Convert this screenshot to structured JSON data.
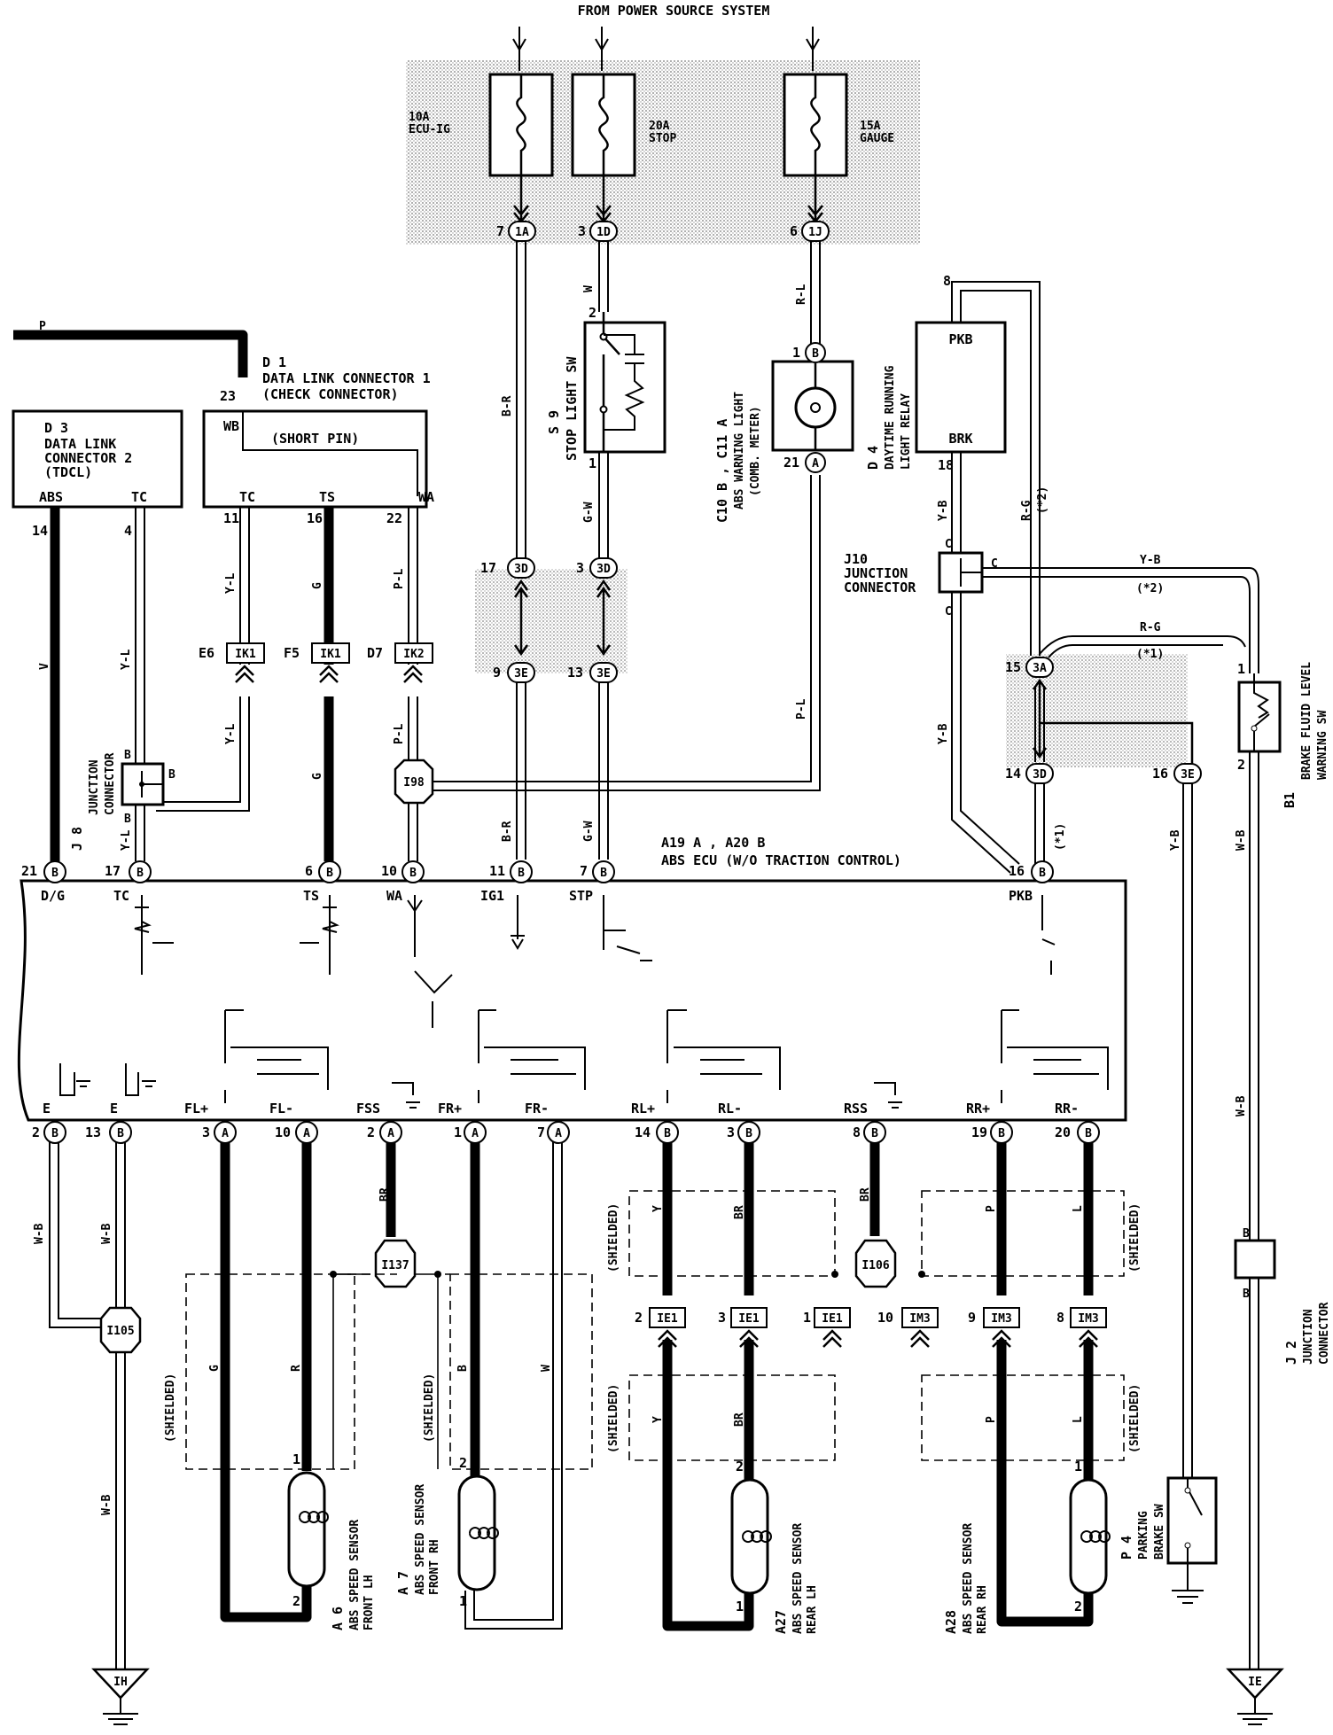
{
  "header": {
    "title": "FROM POWER SOURCE SYSTEM"
  },
  "fuses": [
    {
      "rating": "10A",
      "name": "ECU-IG"
    },
    {
      "rating": "20A",
      "name": "STOP"
    },
    {
      "rating": "15A",
      "name": "GAUGE"
    }
  ],
  "fuse_outputs": [
    {
      "pin": "7",
      "conn": "1A"
    },
    {
      "pin": "3",
      "conn": "1D"
    },
    {
      "pin": "6",
      "conn": "1J"
    }
  ],
  "wire_colors": {
    "br_stop": "W",
    "ecu_ig": "B-R",
    "gauge": "R-L",
    "stop_gw": "G-W",
    "p": "P",
    "d3_abs": "V",
    "d3_tc": "Y-L",
    "d1_tc": "Y-L",
    "d1_ts": "G",
    "d1_wa": "P-L",
    "d1_tc_low": "Y-L",
    "d1_ts_low": "G",
    "d1_wa_low": "P-L",
    "ir_br": "B-R",
    "ir_gw": "G-W",
    "warn_pl": "P-L",
    "j8_yl": "Y-L",
    "relay_yb": "Y-B",
    "relay_rg": "R-G",
    "jc_yb": "Y-B",
    "note2a": "(*2)",
    "note2b": "(*2)",
    "note1a": "(*1)",
    "note1b": "(*1)",
    "rg2": "R-G",
    "yb2": "Y-B",
    "wb_b1": "W-B",
    "yb_p4": "Y-B",
    "wb_right": "W-B",
    "wb_left1": "W-B",
    "wb_left2": "W-B",
    "wb_left3": "W-B",
    "br_fss": "BR",
    "br_rss": "BR",
    "g_fl": "G",
    "r_fl": "R",
    "b_fr": "B",
    "w_fr": "W",
    "y_rl": "Y",
    "br_rl": "BR",
    "y_rl2": "Y",
    "br_rl2": "BR",
    "p_rr": "P",
    "l_rr": "L",
    "p_rr2": "P",
    "l_rr2": "L"
  },
  "components": {
    "stop_sw": {
      "id": "S 9",
      "name": "STOP LIGHT SW",
      "pin_top": "2",
      "pin_bot": "1"
    },
    "abs_light": {
      "id": "C10 B , C11 A",
      "name": "ABS WARNING LIGHT",
      "sub": "(COMB. METER)",
      "pin_top": "1",
      "conn_top": "B",
      "pin_bot": "21",
      "conn_bot": "A"
    },
    "drl_relay": {
      "id": "D 4",
      "name": "DAYTIME RUNNING",
      "name2": "LIGHT RELAY",
      "pkb": "PKB",
      "brk": "BRK",
      "pin_top": "8",
      "pin_bot": "18"
    },
    "d1": {
      "id": "D 1",
      "name": "DATA LINK CONNECTOR 1",
      "sub": "(CHECK CONNECTOR)",
      "pin": "23",
      "wb": "WB",
      "short": "(SHORT PIN)",
      "tc": "TC",
      "ts": "TS",
      "wa": "WA",
      "pin_tc": "11",
      "pin_ts": "16",
      "pin_wa": "22"
    },
    "d3": {
      "id": "D 3",
      "name": "DATA LINK",
      "name2": "CONNECTOR 2",
      "sub": "(TDCL)",
      "abs": "ABS",
      "tc": "TC",
      "pin_abs": "14",
      "pin_tc": "4"
    },
    "j10": {
      "id": "J10",
      "name": "JUNCTION",
      "name2": "CONNECTOR",
      "c1": "C",
      "c2": "C",
      "c3": "C"
    },
    "j8": {
      "id": "J 8",
      "name": "JUNCTION",
      "name2": "CONNECTOR",
      "b1": "B",
      "b2": "B",
      "b3": "B"
    },
    "j2": {
      "id": "J 2",
      "name": "JUNCTION",
      "name2": "CONNECTOR",
      "b1": "B",
      "b2": "B"
    },
    "b1": {
      "id": "B1",
      "name": "BRAKE FLUID LEVEL",
      "name2": "WARNING SW",
      "pin_top": "1",
      "pin_bot": "2"
    },
    "p4": {
      "id": "P 4",
      "name": "PARKING",
      "name2": "BRAKE SW"
    },
    "ecu": {
      "title": "A19 A , A20 B",
      "name": "ABS ECU (W/O TRACTION CONTROL)"
    }
  },
  "inline_connectors": [
    {
      "pin": "E6",
      "conn": "IK1"
    },
    {
      "pin": "F5",
      "conn": "IK1"
    },
    {
      "pin": "D7",
      "conn": "IK2"
    },
    {
      "pin": "17",
      "conn": "3D"
    },
    {
      "pin": "3",
      "conn": "3D"
    },
    {
      "pin": "9",
      "conn": "3E"
    },
    {
      "pin": "13",
      "conn": "3E"
    },
    {
      "pin": "15",
      "conn": "3A"
    },
    {
      "pin": "14",
      "conn": "3D"
    },
    {
      "pin": "16",
      "conn": "3E"
    },
    {
      "pin": "2",
      "conn": "IE1"
    },
    {
      "pin": "3",
      "conn": "IE1"
    },
    {
      "pin": "1",
      "conn": "IE1"
    },
    {
      "pin": "10",
      "conn": "IM3"
    },
    {
      "pin": "9",
      "conn": "IM3"
    },
    {
      "pin": "8",
      "conn": "IM3"
    }
  ],
  "splices": [
    "I98",
    "I137",
    "I106",
    "I105"
  ],
  "ecu_top_pins": [
    {
      "pin": "21",
      "conn": "B",
      "label": "D/G"
    },
    {
      "pin": "17",
      "conn": "B",
      "label": "TC"
    },
    {
      "pin": "6",
      "conn": "B",
      "label": "TS"
    },
    {
      "pin": "10",
      "conn": "B",
      "label": "WA"
    },
    {
      "pin": "11",
      "conn": "B",
      "label": "IG1"
    },
    {
      "pin": "7",
      "conn": "B",
      "label": "STP"
    },
    {
      "pin": "16",
      "conn": "B",
      "label": "PKB"
    }
  ],
  "ecu_bottom_pins": [
    {
      "pin": "2",
      "conn": "B",
      "label": "E"
    },
    {
      "pin": "13",
      "conn": "B",
      "label": "E"
    },
    {
      "pin": "3",
      "conn": "A",
      "label": "FL+"
    },
    {
      "pin": "10",
      "conn": "A",
      "label": "FL-"
    },
    {
      "pin": "2",
      "conn": "A",
      "label": "FSS"
    },
    {
      "pin": "1",
      "conn": "A",
      "label": "FR+"
    },
    {
      "pin": "7",
      "conn": "A",
      "label": "FR-"
    },
    {
      "pin": "14",
      "conn": "B",
      "label": "RL+"
    },
    {
      "pin": "3",
      "conn": "B",
      "label": "RL-"
    },
    {
      "pin": "8",
      "conn": "B",
      "label": "RSS"
    },
    {
      "pin": "19",
      "conn": "B",
      "label": "RR+"
    },
    {
      "pin": "20",
      "conn": "B",
      "label": "RR-"
    }
  ],
  "sensors": [
    {
      "id": "A 6",
      "name": "ABS SPEED SENSOR",
      "pos": "FRONT LH",
      "pin1": "1",
      "pin2": "2"
    },
    {
      "id": "A 7",
      "name": "ABS SPEED SENSOR",
      "pos": "FRONT RH",
      "pin1": "2",
      "pin2": "1"
    },
    {
      "id": "A27",
      "name": "ABS SPEED SENSOR",
      "pos": "REAR LH",
      "pin1": "2",
      "pin2": "1"
    },
    {
      "id": "A28",
      "name": "ABS SPEED SENSOR",
      "pos": "REAR RH",
      "pin1": "1",
      "pin2": "2"
    }
  ],
  "shielded": "(SHIELDED)",
  "grounds": [
    "IH",
    "IE"
  ]
}
